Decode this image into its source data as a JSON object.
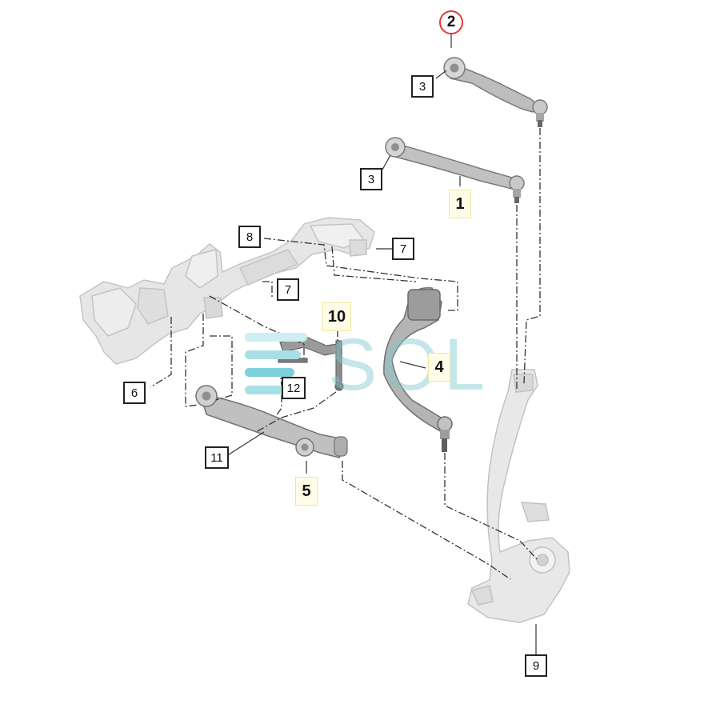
{
  "watermark": "SOL",
  "colors": {
    "part": "#e4e4e4",
    "part_dark": "#8e8e8e",
    "line": "#333333",
    "callout_highlight": "#e53935",
    "watermark": "#7fc8d0"
  },
  "callouts": [
    {
      "id": "c2",
      "label": "2",
      "style": "circled"
    },
    {
      "id": "c3a",
      "label": "3",
      "style": "box"
    },
    {
      "id": "c3b",
      "label": "3",
      "style": "box"
    },
    {
      "id": "c1",
      "label": "1",
      "style": "bold"
    },
    {
      "id": "c8",
      "label": "8",
      "style": "box"
    },
    {
      "id": "c7a",
      "label": "7",
      "style": "box"
    },
    {
      "id": "c7b",
      "label": "7",
      "style": "box"
    },
    {
      "id": "c10",
      "label": "10",
      "style": "bold"
    },
    {
      "id": "c4",
      "label": "4",
      "style": "bold"
    },
    {
      "id": "c6",
      "label": "6",
      "style": "box"
    },
    {
      "id": "c12",
      "label": "12",
      "style": "box"
    },
    {
      "id": "c11",
      "label": "11",
      "style": "box"
    },
    {
      "id": "c5",
      "label": "5",
      "style": "bold"
    },
    {
      "id": "c9",
      "label": "9",
      "style": "box"
    }
  ]
}
